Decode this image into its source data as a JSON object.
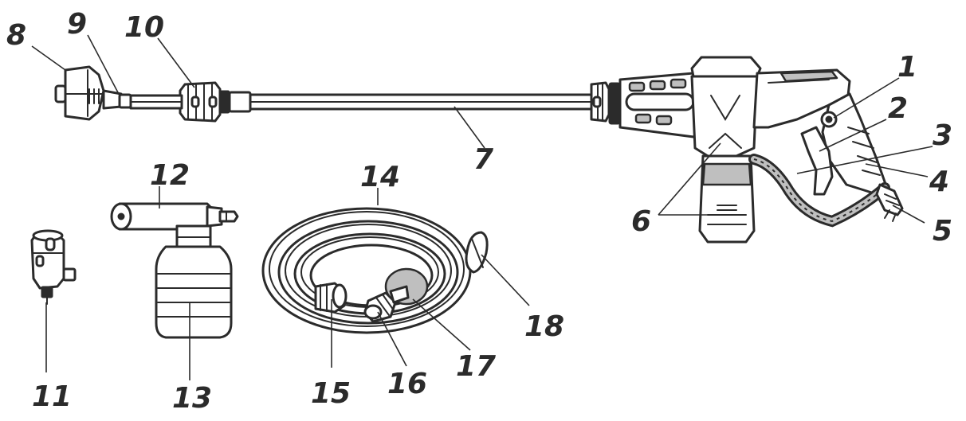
{
  "callouts": {
    "c1": "1",
    "c2": "2",
    "c3": "3",
    "c4": "4",
    "c5": "5",
    "c6": "6",
    "c7": "7",
    "c8": "8",
    "c9": "9",
    "c10": "10",
    "c11": "11",
    "c12": "12",
    "c13": "13",
    "c14": "14",
    "c15": "15",
    "c16": "16",
    "c17": "17",
    "c18": "18"
  },
  "colors": {
    "line": "#2b2b2b",
    "fill": "#ffffff",
    "shade": "#bfbfbf"
  }
}
